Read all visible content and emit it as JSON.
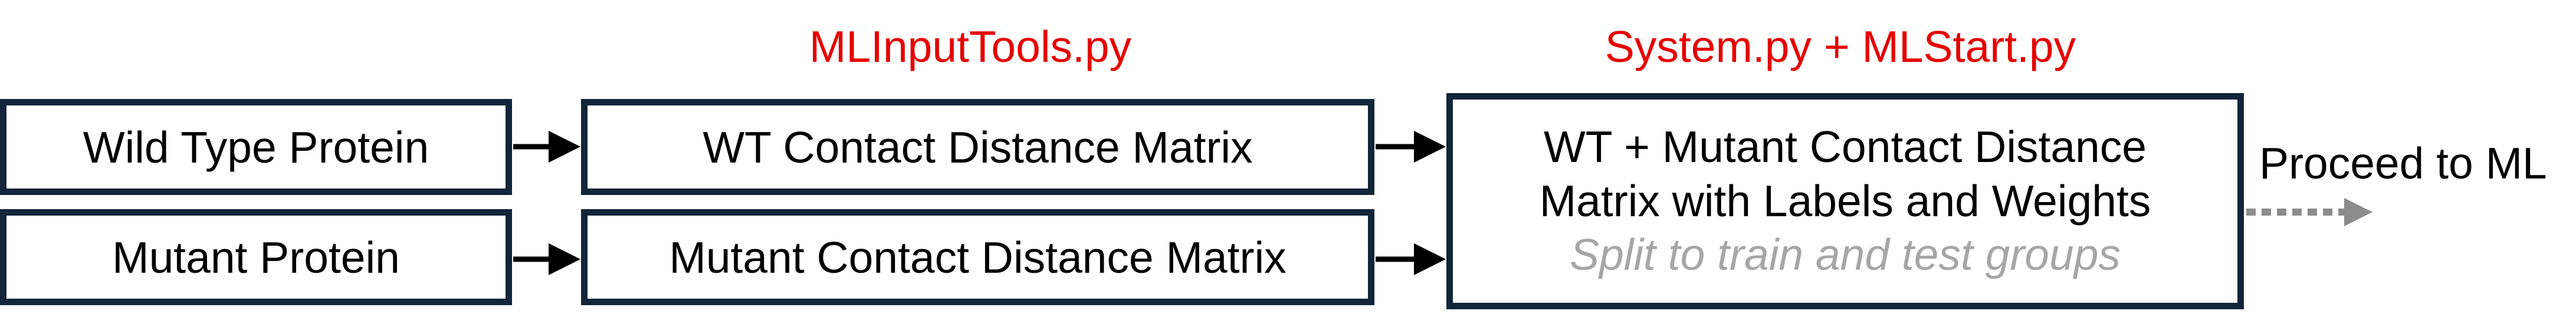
{
  "scripts": {
    "input_tools": "MLInputTools.py",
    "system_start": "System.py + MLStart.py"
  },
  "inputs": {
    "wild_type": "Wild Type Protein",
    "mutant": "Mutant Protein"
  },
  "matrices": {
    "wt": "WT Contact Distance Matrix",
    "mutant": "Mutant Contact Distance Matrix"
  },
  "combined": {
    "line1": "WT + Mutant Contact Distance",
    "line2": "Matrix with Labels and Weights",
    "note": "Split to train and test groups"
  },
  "next_step": "Proceed to ML",
  "colors": {
    "box_border": "#12253a",
    "script_label": "#e60000",
    "note_text": "#a6a6a6",
    "dotted_arrow": "#8c8c8c"
  }
}
